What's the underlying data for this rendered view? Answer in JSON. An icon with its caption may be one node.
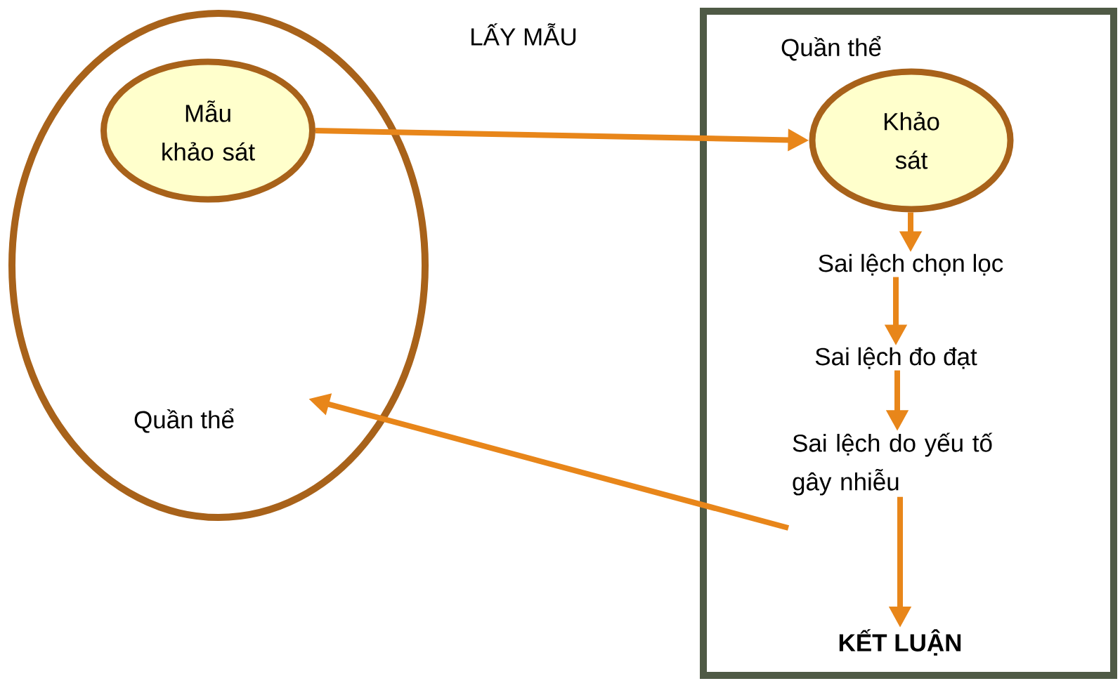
{
  "diagram": {
    "title": "LẤY MẪU",
    "nodes": [
      {
        "text": [
          "Quần thể"
        ]
      },
      {
        "text": [
          "Mẫu khảo sát"
        ],
        "in": 0
      },
      {
        "text": [
          "Quần thể"
        ]
      },
      {
        "text": [
          "Khảo sát"
        ],
        "in": 2
      },
      {
        "text": [
          "Sai lệch chọn lọc"
        ],
        "in": 2
      },
      {
        "text": [
          "Sai lệch đo đạt"
        ],
        "in": 2
      },
      {
        "text": [
          "Sai lệch do yếu tố gây nhiễu"
        ],
        "in": 2
      },
      {
        "text": [
          "KẾT LUẬN"
        ],
        "in": 2
      }
    ],
    "edges": [
      {
        "from": 1,
        "to": 3,
        "arrow": "to"
      },
      {
        "from": 3,
        "to": 4,
        "arrow": "to"
      },
      {
        "from": 4,
        "to": 5,
        "arrow": "to"
      },
      {
        "from": 5,
        "to": 6,
        "arrow": "to"
      },
      {
        "from": 6,
        "to": 7,
        "arrow": "to"
      },
      {
        "from": 6,
        "to": 0,
        "arrow": "to"
      }
    ]
  }
}
